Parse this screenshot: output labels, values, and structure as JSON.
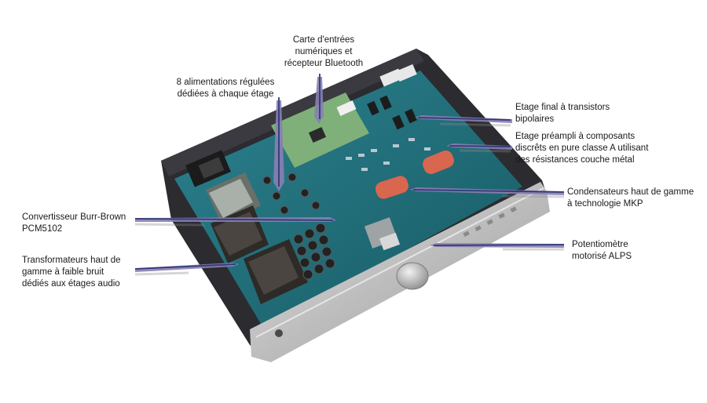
{
  "labels": {
    "digital_inputs": [
      "Carte d'entrées",
      "numériques et",
      "récepteur Bluetooth"
    ],
    "power_supplies": [
      "8 alimentations régulées",
      "dédiées à chaque étage"
    ],
    "final_stage": [
      "Etage final à transistors",
      "bipolaires"
    ],
    "preamp_stage": [
      "Etage préampli à composants",
      "discrêts en pure classe A utilisant",
      "des résistances couche métal"
    ],
    "capacitors": [
      "Condensateurs haut de gamme",
      "à technologie MKP"
    ],
    "potentiometer": [
      "Potentiomètre",
      "motorisé ALPS"
    ],
    "dac": [
      "Convertisseur Burr-Brown",
      "PCM5102"
    ],
    "transformers": [
      "Transformateurs haut de",
      "gamme à faible bruit",
      "dédiés aux étages audio"
    ]
  },
  "colors": {
    "pcb": "#1f6e78",
    "chassis": "#2a2a2e",
    "front_panel": "#c9c9c9",
    "connector_line": "#2f3a7a",
    "arrow": "#8a7fb0",
    "capacitor_orange": "#d9664f",
    "daughter_board": "#7fb07a"
  }
}
